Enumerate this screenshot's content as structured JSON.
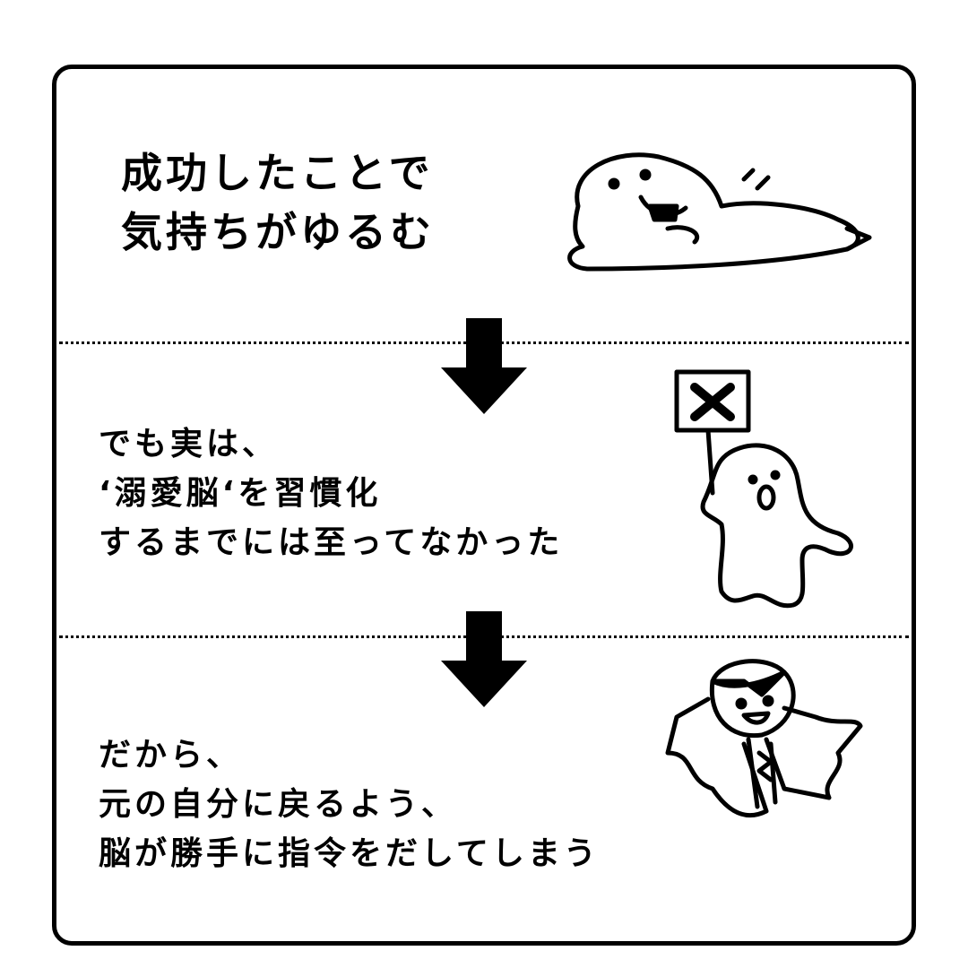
{
  "section1": {
    "lines": [
      "成功したことで",
      "気持ちがゆるむ"
    ]
  },
  "section2": {
    "lines": [
      "でも実は、",
      "‘溺愛脳‘を習慣化",
      "するまでには至ってなかった"
    ]
  },
  "section3": {
    "lines": [
      "だから、",
      "元の自分に戻るよう、",
      "脳が勝手に指令をだしてしまう"
    ]
  }
}
